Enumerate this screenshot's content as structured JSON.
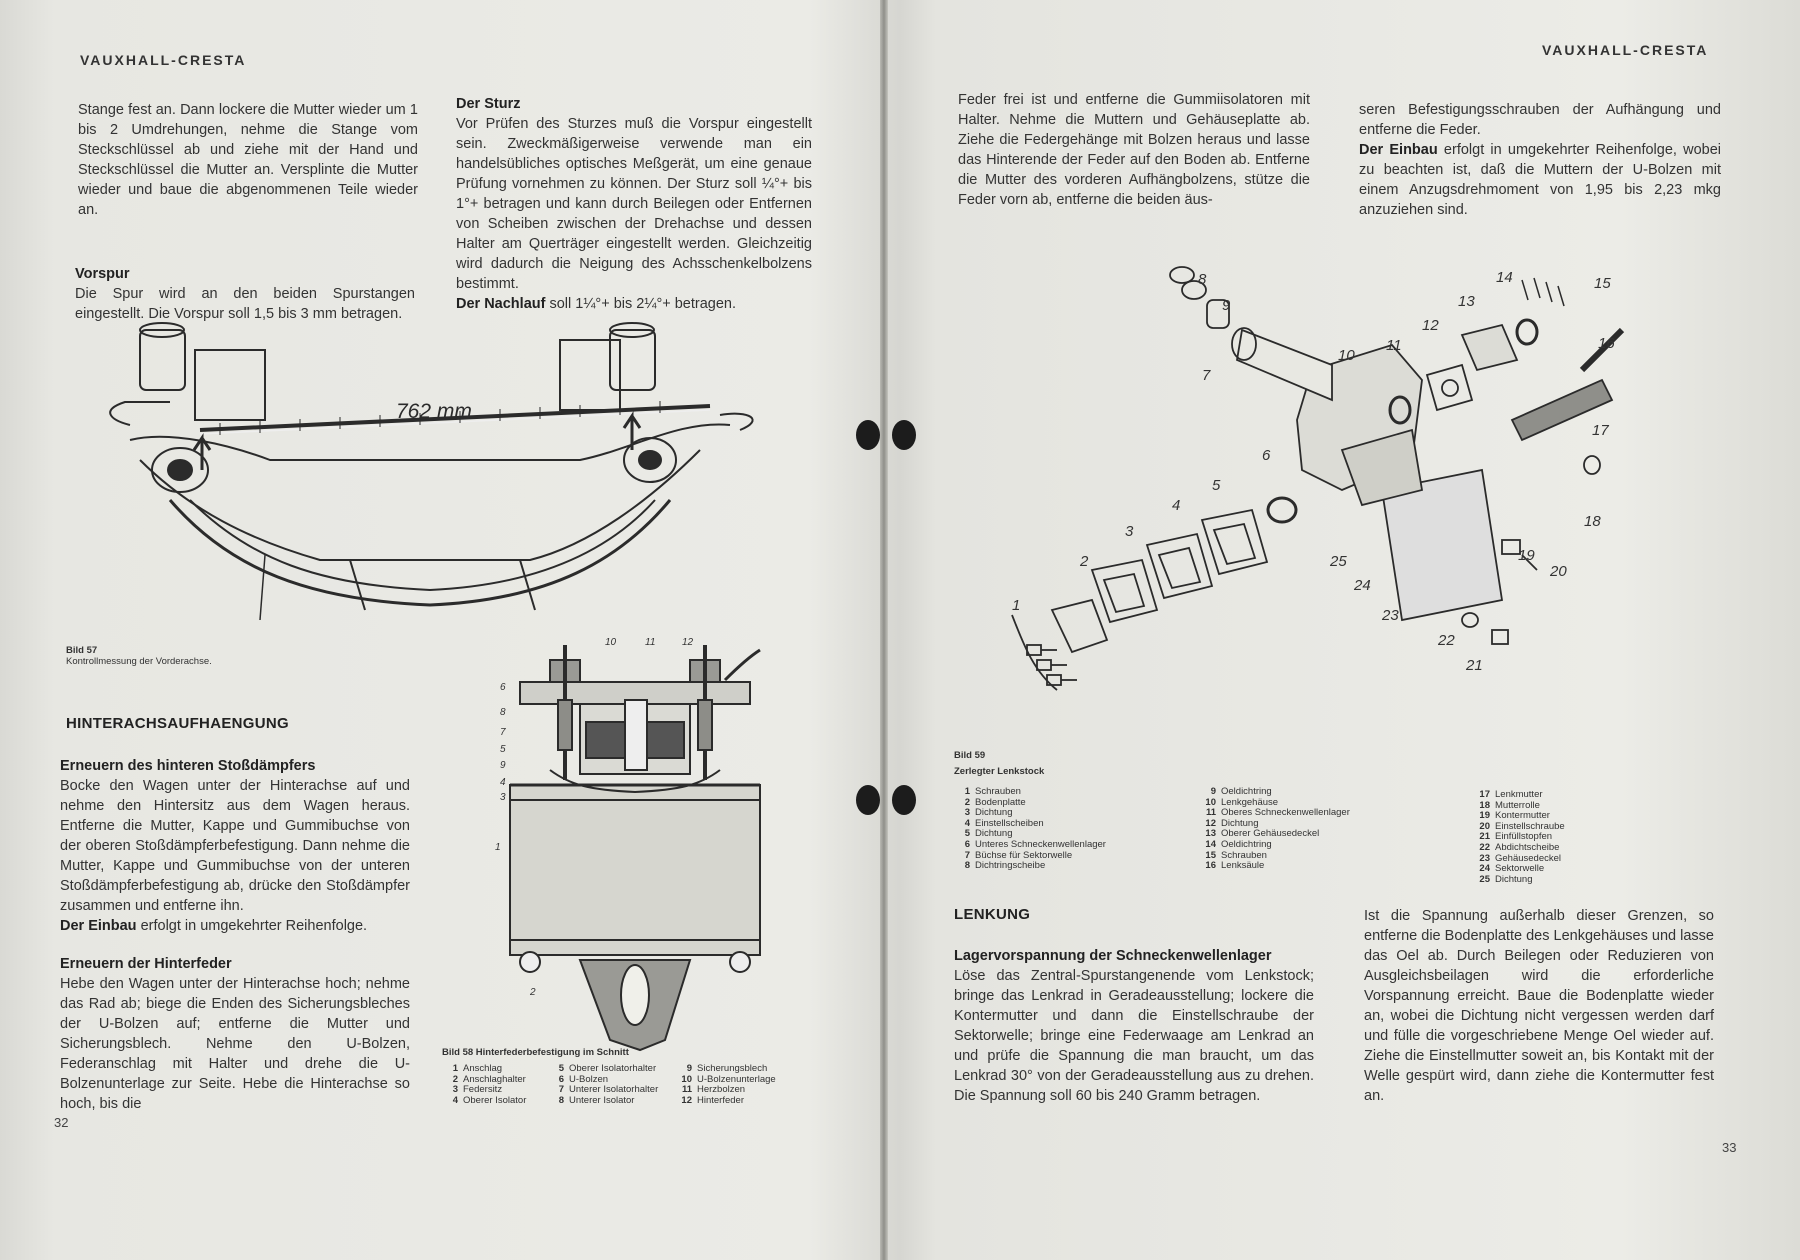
{
  "left_page": {
    "header": "VAUXHALL-CRESTA",
    "page_number": "32",
    "col1_para1": "Stange fest an. Dann lockere die Mutter wieder um 1 bis 2 Umdrehungen, nehme die Stange vom Steckschlüssel ab und ziehe mit der Hand und Steckschlüssel die Mutter an. Versplinte die Mutter wieder und baue die abgenommenen Teile wieder an.",
    "vorspur_heading": "Vorspur",
    "vorspur_text": "Die Spur wird an den beiden Spurstangen eingestellt. Die Vorspur soll 1,5 bis 3 mm betragen.",
    "sturz_heading": "Der Sturz",
    "sturz_text": "Vor Prüfen des Sturzes muß die Vorspur eingestellt sein. Zweckmäßigerweise verwende man ein handelsübliches optisches Meßgerät, um eine genaue Prüfung vornehmen zu können. Der Sturz soll ¼°+ bis 1°+ betragen und kann durch Beilegen oder Entfernen von Scheiben zwischen der Drehachse und dessen Halter am Querträger eingestellt werden. Gleichzeitig wird dadurch die Neigung des Achsschenkelbolzens bestimmt.",
    "nachlauf_label": "Der Nachlauf",
    "nachlauf_text": "soll 1¼°+ bis 2¼°+ betragen.",
    "fig57_measure": "762 mm",
    "fig57_title": "Bild 57",
    "fig57_caption": "Kontrollmessung der Vorderachse.",
    "section_heading": "HINTERACHSAUFHAENGUNG",
    "stoss_heading": "Erneuern des hinteren Stoßdämpfers",
    "stoss_text": "Bocke den Wagen unter der Hinterachse auf und nehme den Hintersitz aus dem Wagen heraus. Entferne die Mutter, Kappe und Gummibuchse von der oberen Stoßdämpferbefestigung. Dann nehme die Mutter, Kappe und Gummibuchse von der unteren Stoßdämpferbefestigung ab, drücke den Stoßdämpfer zusammen und entferne ihn.",
    "einbau_label": "Der Einbau",
    "einbau_text": "erfolgt in umgekehrter Reihenfolge.",
    "feder_heading": "Erneuern der Hinterfeder",
    "feder_text": "Hebe den Wagen unter der Hinterachse hoch; nehme das Rad ab; biege die Enden des Sicherungsbleches der U-Bolzen auf; entferne die Mutter und Sicherungsblech. Nehme den U-Bolzen, Federanschlag mit Halter und drehe die U-Bolzenunterlage zur Seite. Hebe die Hinterachse so hoch, bis die",
    "fig58_caption": "Bild 58 Hinterfederbefestigung im Schnitt",
    "fig58_callouts": [
      "6",
      "8",
      "7",
      "5",
      "9",
      "4",
      "3",
      "1",
      "2",
      "10",
      "11",
      "12"
    ],
    "fig58_legend": [
      {
        "n": "1",
        "t": "Anschlag"
      },
      {
        "n": "2",
        "t": "Anschlaghalter"
      },
      {
        "n": "3",
        "t": "Federsitz"
      },
      {
        "n": "4",
        "t": "Oberer Isolator"
      },
      {
        "n": "5",
        "t": "Oberer Isolatorhalter"
      },
      {
        "n": "6",
        "t": "U-Bolzen"
      },
      {
        "n": "7",
        "t": "Unterer Isolatorhalter"
      },
      {
        "n": "8",
        "t": "Unterer Isolator"
      },
      {
        "n": "9",
        "t": "Sicherungsblech"
      },
      {
        "n": "10",
        "t": "U-Bolzenunterlage"
      },
      {
        "n": "11",
        "t": "Herzbolzen"
      },
      {
        "n": "12",
        "t": "Hinterfeder"
      }
    ]
  },
  "right_page": {
    "header": "VAUXHALL-CRESTA",
    "page_number": "33",
    "col1_top": "Feder frei ist und entferne die Gummiisolatoren mit Halter. Nehme die Muttern und Gehäuseplatte ab. Ziehe die Federgehänge mit Bolzen heraus und lasse das Hinterende der Feder auf den Boden ab. Entferne die Mutter des vorderen Aufhängbolzens, stütze die Feder vorn ab, entferne die beiden äus-",
    "col2_top": "seren Befestigungsschrauben der Aufhängung und entferne die Feder.",
    "einbau_label": "Der Einbau",
    "einbau_text": "erfolgt in umgekehrter Reihenfolge, wobei zu beachten ist, daß die Muttern der U-Bolzen mit einem Anzugsdrehmoment von 1,95 bis 2,23 mkg anzuziehen sind.",
    "fig59_title": "Bild 59",
    "fig59_caption": "Zerlegter Lenkstock",
    "fig59_callouts": [
      "1",
      "2",
      "3",
      "4",
      "5",
      "6",
      "7",
      "8",
      "9",
      "10",
      "11",
      "12",
      "13",
      "14",
      "15",
      "16",
      "17",
      "18",
      "19",
      "20",
      "21",
      "22",
      "23",
      "24",
      "25"
    ],
    "fig59_legend_col1": [
      {
        "n": "1",
        "t": "Schrauben"
      },
      {
        "n": "2",
        "t": "Bodenplatte"
      },
      {
        "n": "3",
        "t": "Dichtung"
      },
      {
        "n": "4",
        "t": "Einstellscheiben"
      },
      {
        "n": "5",
        "t": "Dichtung"
      },
      {
        "n": "6",
        "t": "Unteres Schneckenwellenlager"
      },
      {
        "n": "7",
        "t": "Büchse für Sektorwelle"
      },
      {
        "n": "8",
        "t": "Dichtringscheibe"
      }
    ],
    "fig59_legend_col2": [
      {
        "n": "9",
        "t": "Oeldichtring"
      },
      {
        "n": "10",
        "t": "Lenkgehäuse"
      },
      {
        "n": "11",
        "t": "Oberes Schneckenwellenlager"
      },
      {
        "n": "12",
        "t": "Dichtung"
      },
      {
        "n": "13",
        "t": "Oberer Gehäusedeckel"
      },
      {
        "n": "14",
        "t": "Oeldichtring"
      },
      {
        "n": "15",
        "t": "Schrauben"
      },
      {
        "n": "16",
        "t": "Lenksäule"
      }
    ],
    "fig59_legend_col3": [
      {
        "n": "17",
        "t": "Lenkmutter"
      },
      {
        "n": "18",
        "t": "Mutterrolle"
      },
      {
        "n": "19",
        "t": "Kontermutter"
      },
      {
        "n": "20",
        "t": "Einstellschraube"
      },
      {
        "n": "21",
        "t": "Einfüllstopfen"
      },
      {
        "n": "22",
        "t": "Abdichtscheibe"
      },
      {
        "n": "23",
        "t": "Gehäusedeckel"
      },
      {
        "n": "24",
        "t": "Sektorwelle"
      },
      {
        "n": "25",
        "t": "Dichtung"
      }
    ],
    "lenkung_heading": "LENKUNG",
    "lager_heading": "Lagervorspannung der Schneckenwellenlager",
    "lager_text": "Löse das Zentral-Spurstangenende vom Lenkstock; bringe das Lenkrad in Geradeausstellung; lockere die Kontermutter und dann die Einstellschraube der Sektorwelle; bringe eine Federwaage am Lenkrad an und prüfe die Spannung die man braucht, um das Lenkrad 30° von der Geradeausstellung aus zu drehen. Die Spannung soll 60 bis 240 Gramm betragen.",
    "spannung_text": "Ist die Spannung außerhalb dieser Grenzen, so entferne die Bodenplatte des Lenkgehäuses und lasse das Oel ab. Durch Beilegen oder Reduzieren von Ausgleichsbeilagen wird die erforderliche Vorspannung erreicht. Baue die Bodenplatte wieder an, wobei die Dichtung nicht vergessen werden darf und fülle die vorgeschriebene Menge Oel wieder auf. Ziehe die Einstellmutter soweit an, bis Kontakt mit der Welle gespürt wird, dann ziehe die Kontermutter fest an."
  },
  "colors": {
    "paper": "#ebebe6",
    "ink": "#2a2a2a",
    "binding": "#1c1c1c"
  }
}
